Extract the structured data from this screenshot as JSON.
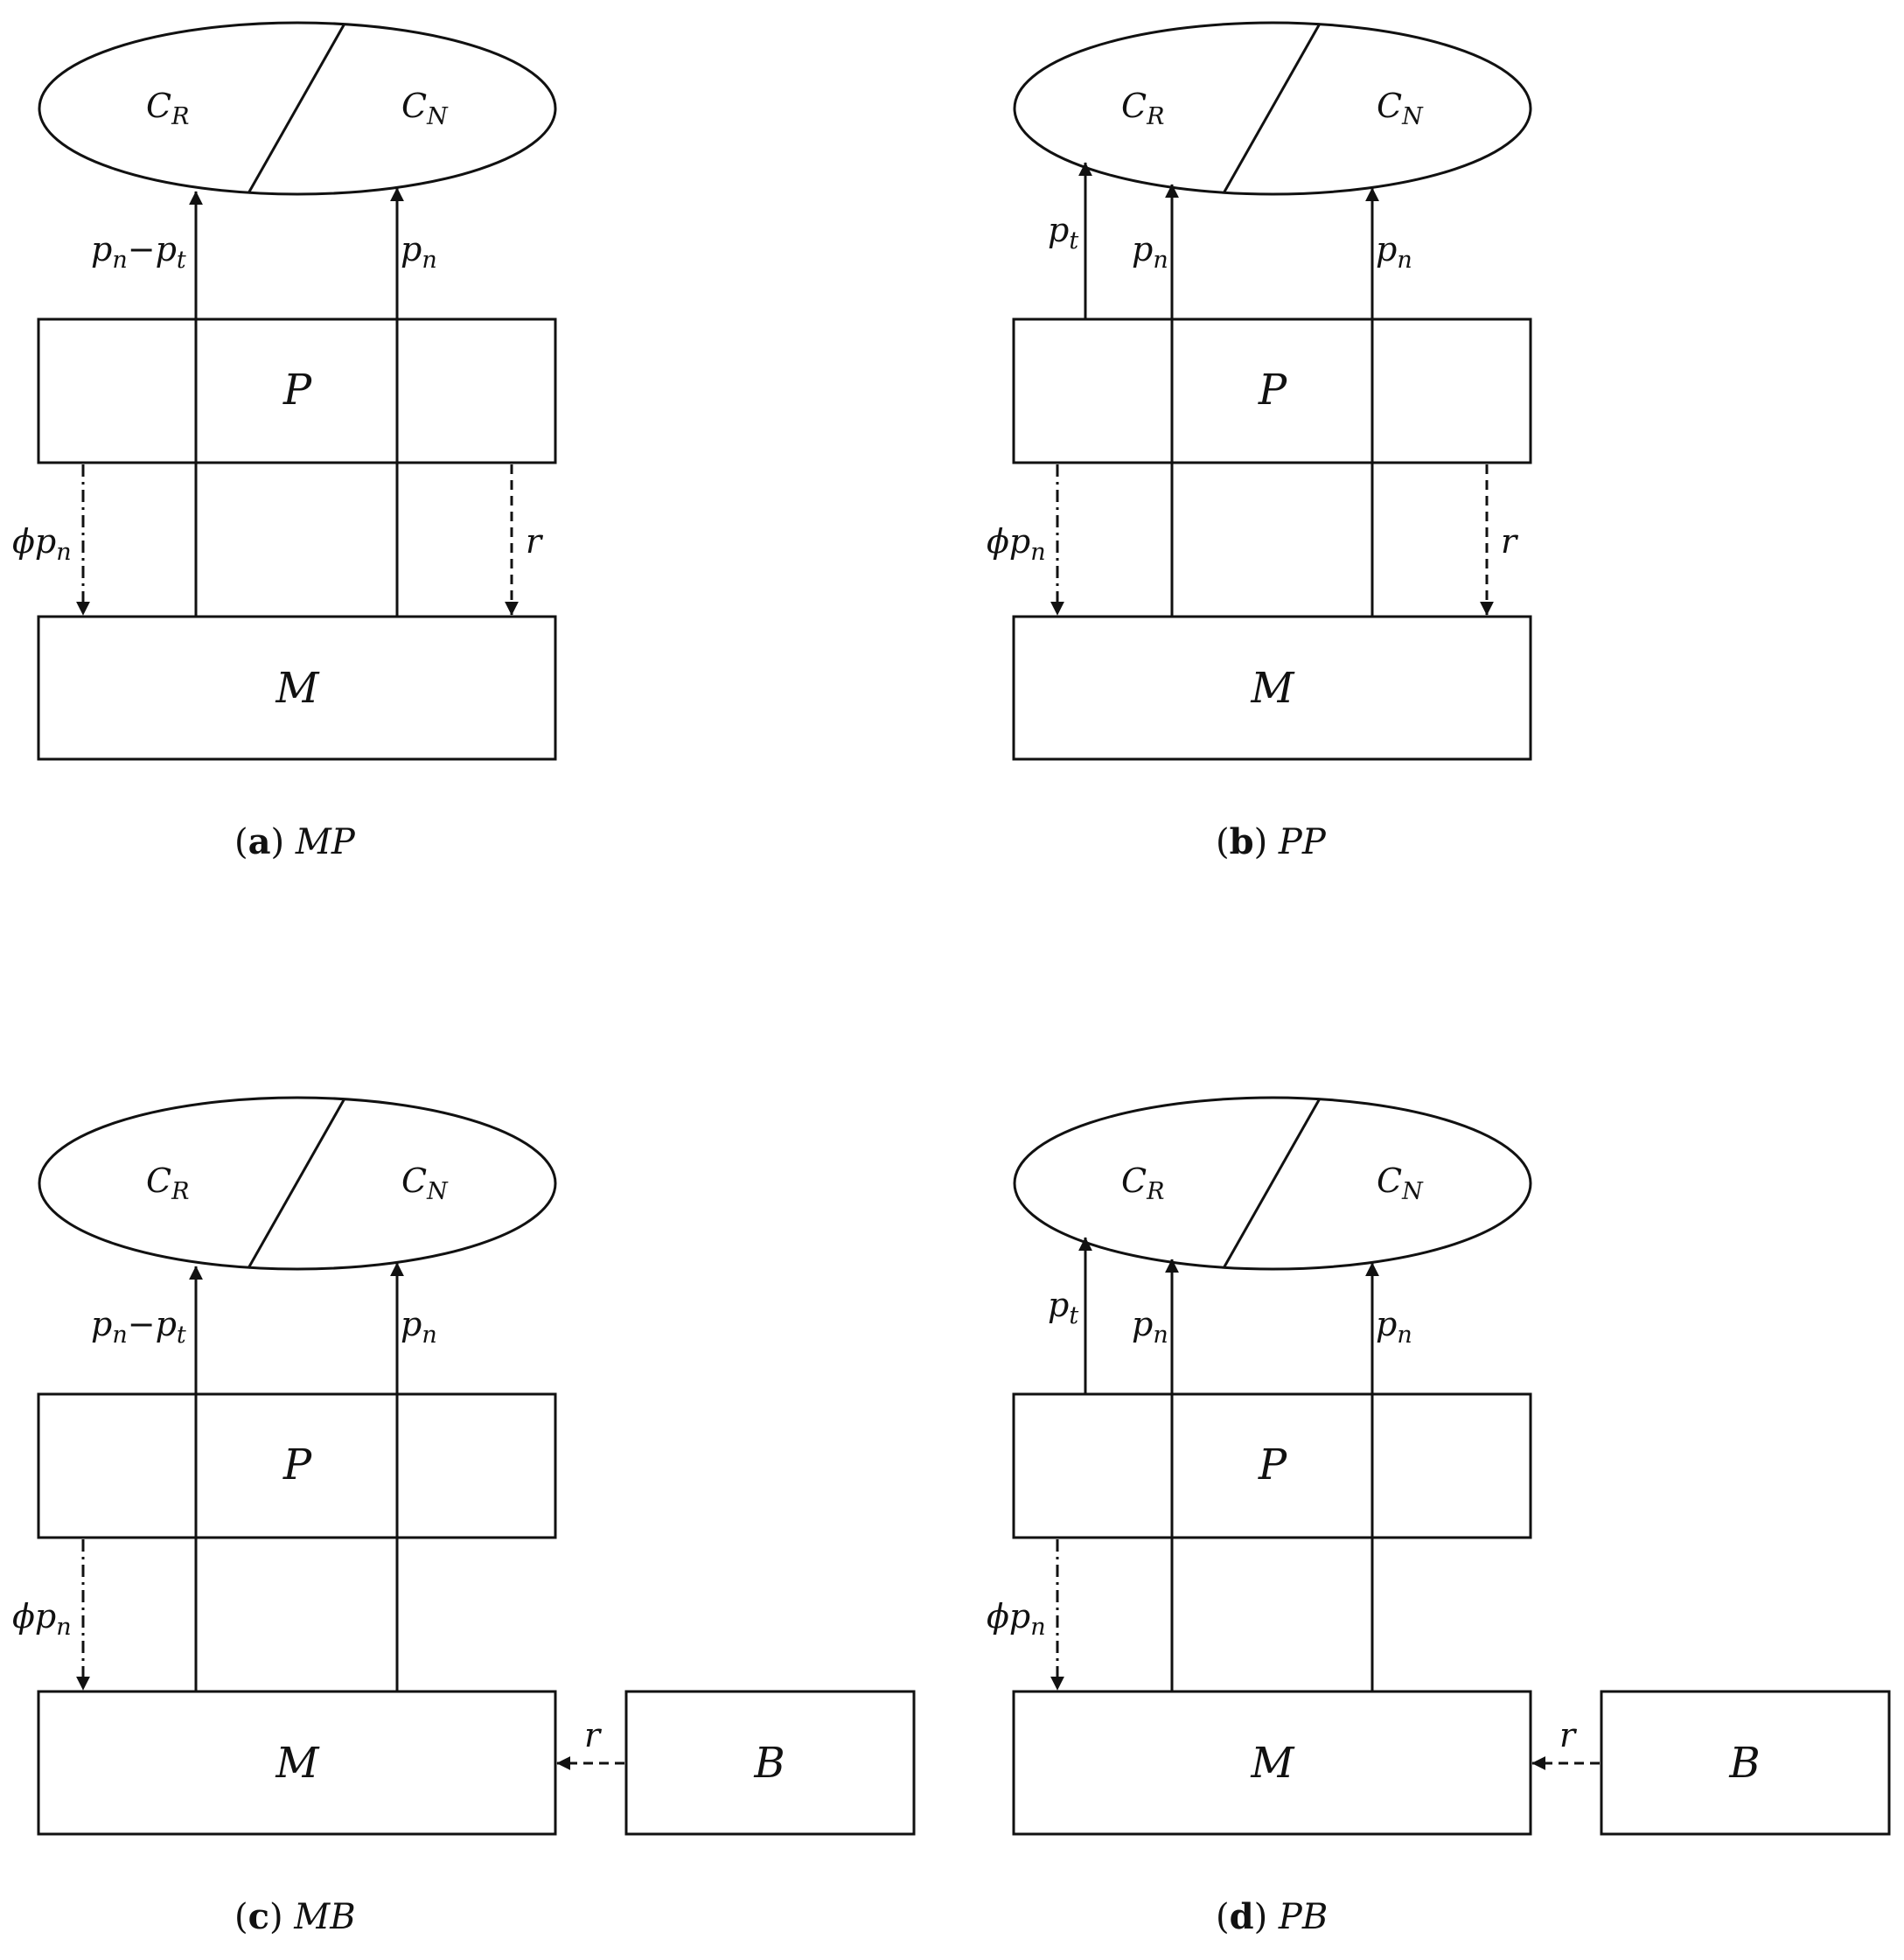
{
  "panels": {
    "a": {
      "caption": {
        "letter": "a",
        "name": "MP"
      },
      "ellipse": {
        "left": {
          "base": "C",
          "sub": "R"
        },
        "right": {
          "base": "C",
          "sub": "N"
        }
      },
      "box_p": "P",
      "box_m": "M",
      "arrow_left": {
        "base1": "p",
        "sub1": "n",
        "op": "−",
        "base2": "p",
        "sub2": "t"
      },
      "arrow_right": {
        "base": "p",
        "sub": "n"
      },
      "dashdot": {
        "base1": "ϕ",
        "base2": "p",
        "sub": "n"
      },
      "dashed": "r"
    },
    "b": {
      "caption": {
        "letter": "b",
        "name": "PP"
      },
      "ellipse": {
        "left": {
          "base": "C",
          "sub": "R"
        },
        "right": {
          "base": "C",
          "sub": "N"
        }
      },
      "box_p": "P",
      "box_m": "M",
      "arrow_pt": {
        "base": "p",
        "sub": "t"
      },
      "arrow_mid": {
        "base": "p",
        "sub": "n"
      },
      "arrow_right": {
        "base": "p",
        "sub": "n"
      },
      "dashdot": {
        "base1": "ϕ",
        "base2": "p",
        "sub": "n"
      },
      "dashed": "r"
    },
    "c": {
      "caption": {
        "letter": "c",
        "name": "MB"
      },
      "ellipse": {
        "left": {
          "base": "C",
          "sub": "R"
        },
        "right": {
          "base": "C",
          "sub": "N"
        }
      },
      "box_p": "P",
      "box_m": "M",
      "box_b": "B",
      "arrow_left": {
        "base1": "p",
        "sub1": "n",
        "op": "−",
        "base2": "p",
        "sub2": "t"
      },
      "arrow_right": {
        "base": "p",
        "sub": "n"
      },
      "dashdot": {
        "base1": "ϕ",
        "base2": "p",
        "sub": "n"
      },
      "dashed": "r"
    },
    "d": {
      "caption": {
        "letter": "d",
        "name": "PB"
      },
      "ellipse": {
        "left": {
          "base": "C",
          "sub": "R"
        },
        "right": {
          "base": "C",
          "sub": "N"
        }
      },
      "box_p": "P",
      "box_m": "M",
      "box_b": "B",
      "arrow_pt": {
        "base": "p",
        "sub": "t"
      },
      "arrow_mid": {
        "base": "p",
        "sub": "n"
      },
      "arrow_right": {
        "base": "p",
        "sub": "n"
      },
      "dashdot": {
        "base1": "ϕ",
        "base2": "p",
        "sub": "n"
      },
      "dashed": "r"
    }
  }
}
